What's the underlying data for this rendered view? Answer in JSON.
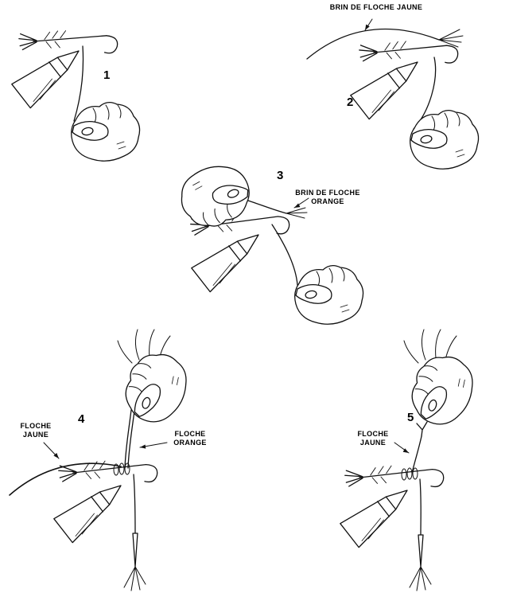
{
  "page": {
    "background": "#ffffff",
    "ink": "#111111",
    "description": "Five-step fly-tying floss instruction diagram"
  },
  "steps": {
    "s1": {
      "number": "1"
    },
    "s2": {
      "number": "2",
      "label": "BRIN DE FLOCHE JAUNE"
    },
    "s3": {
      "number": "3",
      "label_line1": "BRIN DE FLOCHE",
      "label_line2": "ORANGE"
    },
    "s4": {
      "number": "4",
      "label_left_line1": "FLOCHE",
      "label_left_line2": "JAUNE",
      "label_right_line1": "FLOCHE",
      "label_right_line2": "ORANGE"
    },
    "s5": {
      "number": "5",
      "label_line1": "FLOCHE",
      "label_line2": "JAUNE"
    }
  }
}
